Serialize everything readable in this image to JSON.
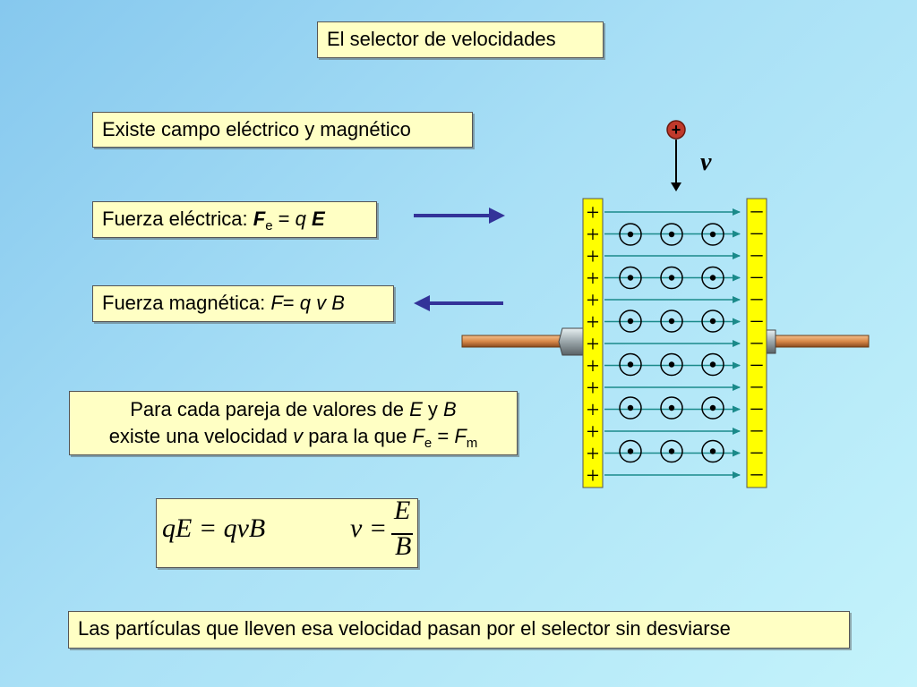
{
  "title": "El selector de velocidades",
  "existe": "Existe campo eléctrico y magnético",
  "fe": {
    "label": "Fuerza eléctrica: ",
    "F": "F",
    "sub": "e",
    "eq": " = ",
    "q": "q",
    "E": "E"
  },
  "fm": {
    "label": "Fuerza magnética: ",
    "F": "F",
    "eq": "= ",
    "q": "q",
    "v": "v",
    "B": "B"
  },
  "para": {
    "t1": "Para cada pareja de valores de ",
    "E": "E",
    "t2": " y ",
    "B": "B",
    "t3": "existe una velocidad ",
    "v": "v",
    "t4": " para la que ",
    "F1": "F",
    "sub1": "e",
    "t5": " = ",
    "F2": "F",
    "sub2": "m"
  },
  "equation": {
    "lhs": "qE = qvB",
    "v": "v =",
    "num": "E",
    "den": "B"
  },
  "final": "Las partículas que lleven esa velocidad pasan por el selector sin desviarse",
  "diagram": {
    "velocity_label": "v",
    "plus": "+",
    "minus": "–",
    "dot_symbol": "•"
  },
  "colors": {
    "plate": "#ffff00",
    "arrow_force": "#333399",
    "field_line": "#1a8a8a",
    "rod": "#d98a4a",
    "particle": "#c0392b"
  }
}
